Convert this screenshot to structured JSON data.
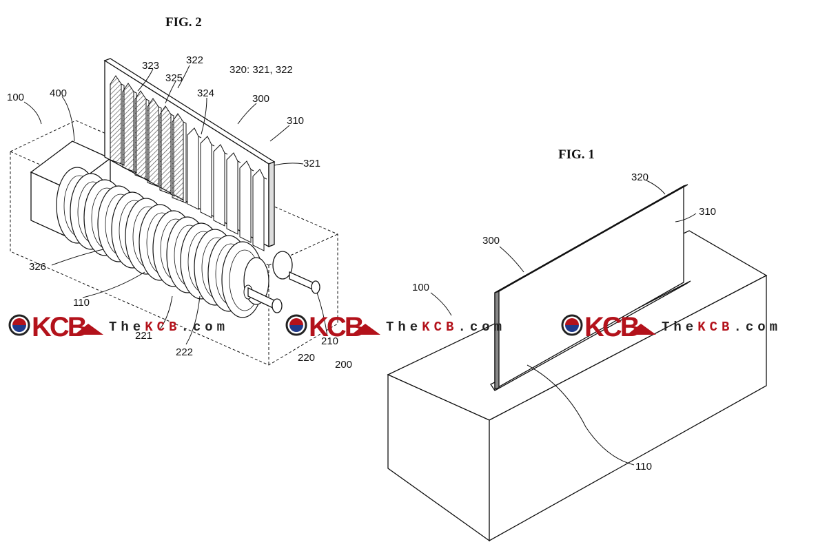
{
  "figures": {
    "fig2": {
      "title": "FIG. 2",
      "legend": "320: 321, 322",
      "labels": {
        "l100": "100",
        "l400": "400",
        "l323": "323",
        "l322": "322",
        "l325": "325",
        "l324": "324",
        "l300": "300",
        "l310": "310",
        "l321": "321",
        "l326": "326",
        "l110": "110",
        "l221": "221",
        "l222": "222",
        "l210": "210",
        "l220": "220",
        "l200": "200"
      }
    },
    "fig1": {
      "title": "FIG. 1",
      "labels": {
        "l320": "320",
        "l310": "310",
        "l300": "300",
        "l100": "100",
        "l110": "110"
      }
    }
  },
  "watermark": {
    "logo_text": "KCB",
    "site_prefix": "The",
    "site_mid": "KCB",
    "site_suffix": ".com",
    "colors": {
      "red": "#b3121b",
      "dark": "#222222"
    }
  },
  "colors": {
    "ink": "#111111",
    "hatch": "#555555"
  }
}
